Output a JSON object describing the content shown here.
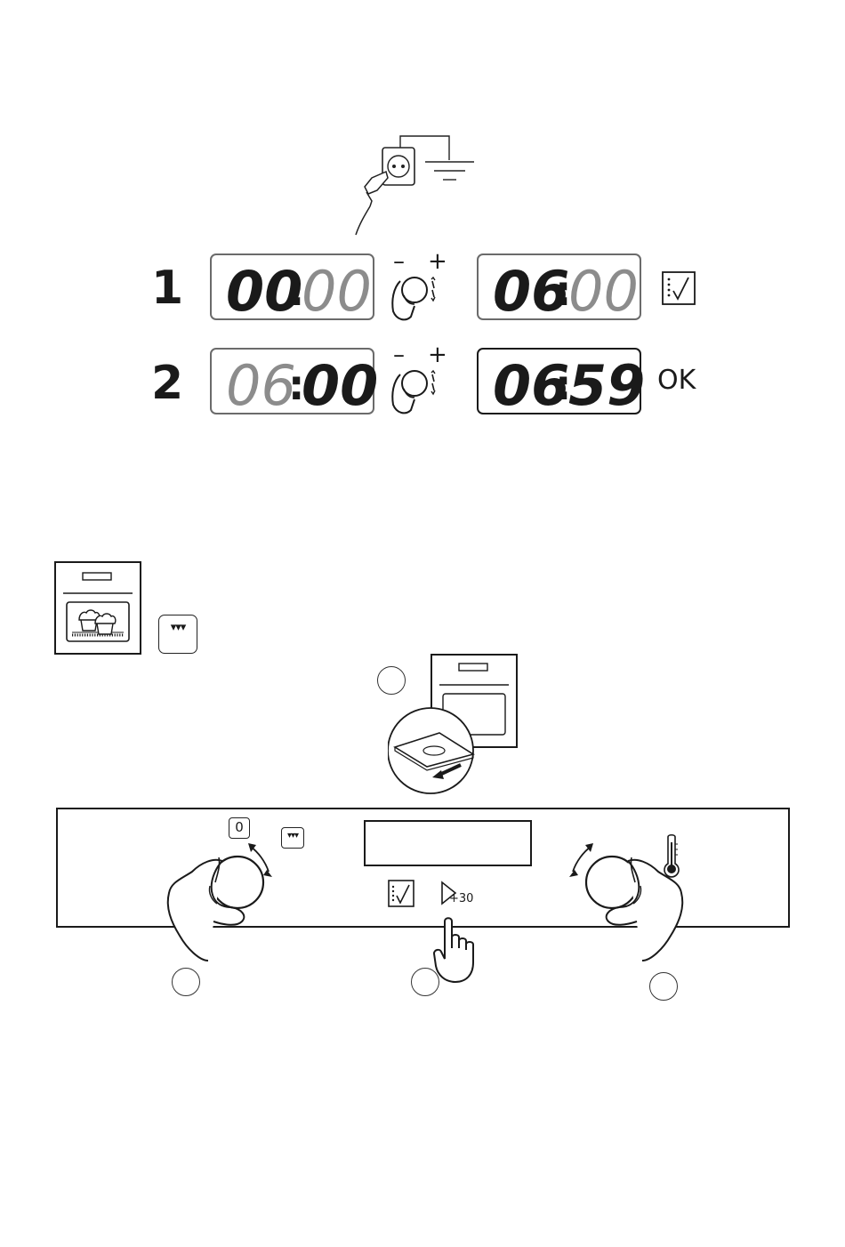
{
  "steps": [
    {
      "number": "1",
      "display_before": {
        "hours": "00",
        "minutes": "00",
        "highlight": "hours"
      },
      "control_minus": "–",
      "control_plus": "+",
      "display_after": {
        "hours": "06",
        "minutes": "00",
        "highlight": "hours"
      },
      "confirm_icon": "confirm-check-icon"
    },
    {
      "number": "2",
      "display_before": {
        "hours": "06",
        "minutes": "00",
        "highlight": "minutes"
      },
      "control_minus": "–",
      "control_plus": "+",
      "display_after": {
        "hours": "06",
        "minutes": "59",
        "highlight": "both"
      },
      "confirm_label": "OK"
    }
  ],
  "oven_function_key": "▾▾▾",
  "control_panel": {
    "zero_key": "0",
    "function_key": "▾▾▾",
    "plus30_label": "+30"
  },
  "colors": {
    "ink": "#1a1a1a",
    "dim_digits": "#8c8c8c"
  }
}
